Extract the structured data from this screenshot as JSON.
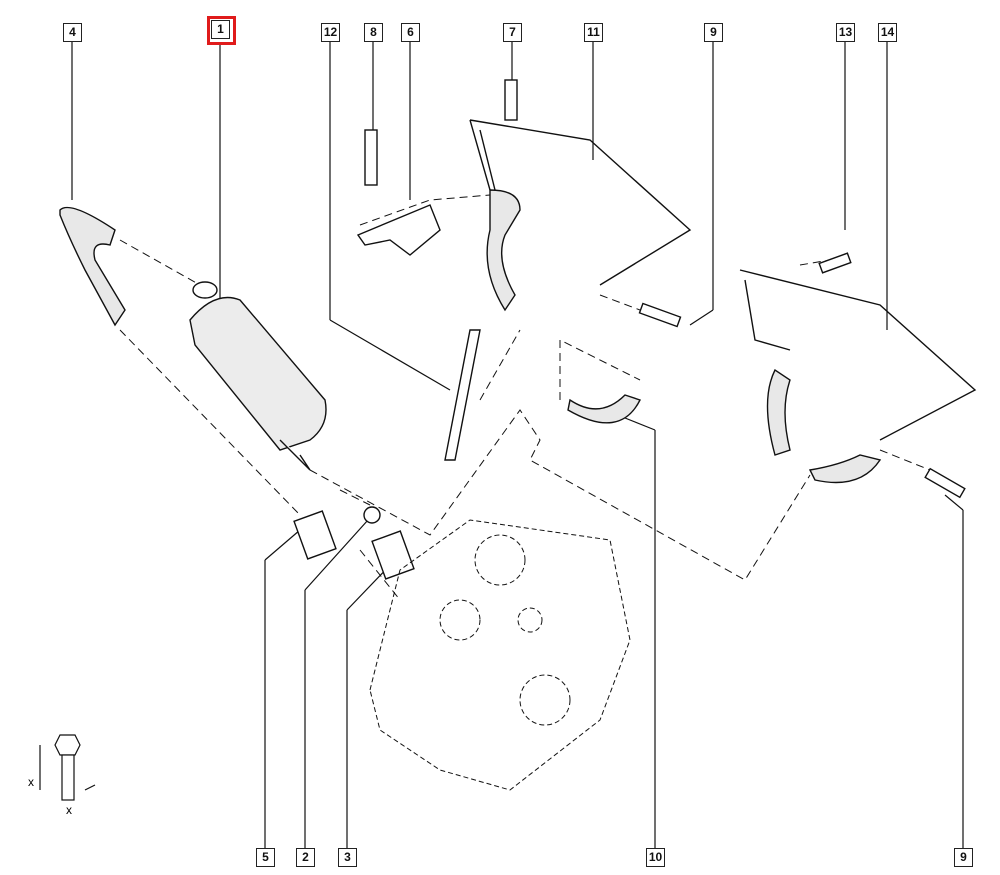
{
  "diagram": {
    "highlight_color": "#e01b1b",
    "selected_callout": "1",
    "callouts_top": [
      "4",
      "1",
      "12",
      "8",
      "6",
      "7",
      "11",
      "9",
      "13",
      "14"
    ],
    "callouts_bottom": [
      "5",
      "2",
      "3",
      "10",
      "9"
    ],
    "legend_labels": [
      "x",
      "x"
    ]
  }
}
